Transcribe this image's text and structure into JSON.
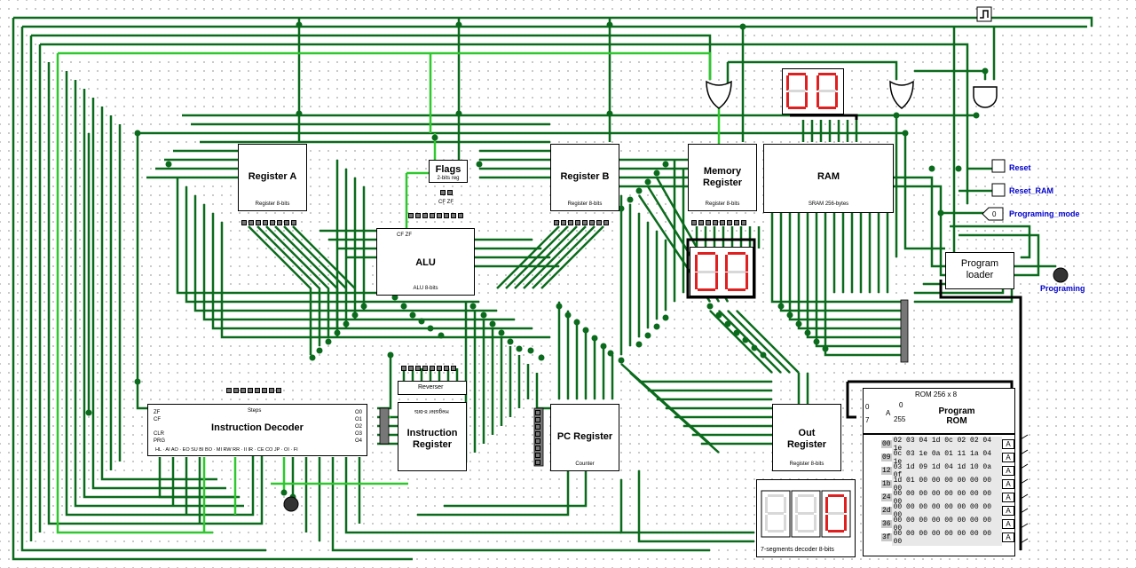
{
  "components": {
    "register_a": {
      "title": "Register A",
      "sub": "Register 8-bits"
    },
    "register_b": {
      "title": "Register B",
      "sub": "Register 8-bits"
    },
    "flags": {
      "title": "Flags",
      "sub": "2-bits reg",
      "bits": "CF ZF"
    },
    "alu": {
      "title": "ALU",
      "sub": "ALU 8-bits",
      "flags": "CF ZF"
    },
    "memory_register": {
      "title_line1": "Memory",
      "title_line2": "Register",
      "sub": "Register 8-bits"
    },
    "ram": {
      "title": "RAM",
      "sub": "SRAM 256-bytes"
    },
    "program_loader": {
      "title_line1": "Program",
      "title_line2": "loader"
    },
    "instruction_decoder": {
      "title": "Instruction Decoder",
      "steps": "Steps",
      "left_pins": [
        "ZF",
        "CF",
        "CLR",
        "PRG"
      ],
      "right_pins": [
        "O0",
        "O1",
        "O2",
        "O3",
        "O4"
      ],
      "bottom": "HL · AI AO · EO SU BI BO · MI RW RR · II IR · CE CO JP · OI · FI"
    },
    "reverser": {
      "title": "Reverser"
    },
    "instruction_register": {
      "title_line1": "Instruction",
      "title_line2": "Register",
      "sub": "Register 8-bits"
    },
    "pc_register": {
      "title": "PC Register",
      "sub": "Counter"
    },
    "out_register": {
      "title_line1": "Out",
      "title_line2": "Register",
      "sub": "Register 8-bits"
    },
    "seven_seg_decoder": {
      "label": "7-segments decoder 8-bits"
    },
    "program_rom": {
      "header": "ROM 256 x 8",
      "title_line1": "Program",
      "title_line2": "ROM",
      "addr_lo": "0",
      "addr_hi": "255",
      "pin_in_0": "0",
      "pin_in_7": "7",
      "pin_a": "A",
      "rows": [
        {
          "addr": "00",
          "values": "02 03 04 1d 0c 02 02 04 1e"
        },
        {
          "addr": "09",
          "values": "0c 03 1e 0a 01 11 1a 04 1e"
        },
        {
          "addr": "12",
          "values": "03 1d 09 1d 04 1d 10 0a 0f"
        },
        {
          "addr": "1b",
          "values": "1d 01 00 00 00 00 00 00 00"
        },
        {
          "addr": "24",
          "values": "00 00 00 00 00 00 00 00 00"
        },
        {
          "addr": "2d",
          "values": "00 00 00 00 00 00 00 00 00"
        },
        {
          "addr": "36",
          "values": "00 00 00 00 00 00 00 00 00"
        },
        {
          "addr": "3f",
          "values": "00 00 00 00 00 00 00 00 00"
        }
      ],
      "row_marker": "A"
    }
  },
  "io_pins": {
    "reset": "Reset",
    "reset_ram": "Reset_RAM",
    "programing_mode": "Programing_mode",
    "programing_mode_value": "0",
    "programing": "Programing"
  },
  "displays": {
    "top_display": "00",
    "memory_display": "00",
    "out_display": "0"
  },
  "colors": {
    "wire_dark": "#0b6b1c",
    "wire_bright": "#2ec82e",
    "segment_on": "#e02020",
    "segment_off": "#d8d8d8",
    "label_blue": "#0000cc"
  }
}
